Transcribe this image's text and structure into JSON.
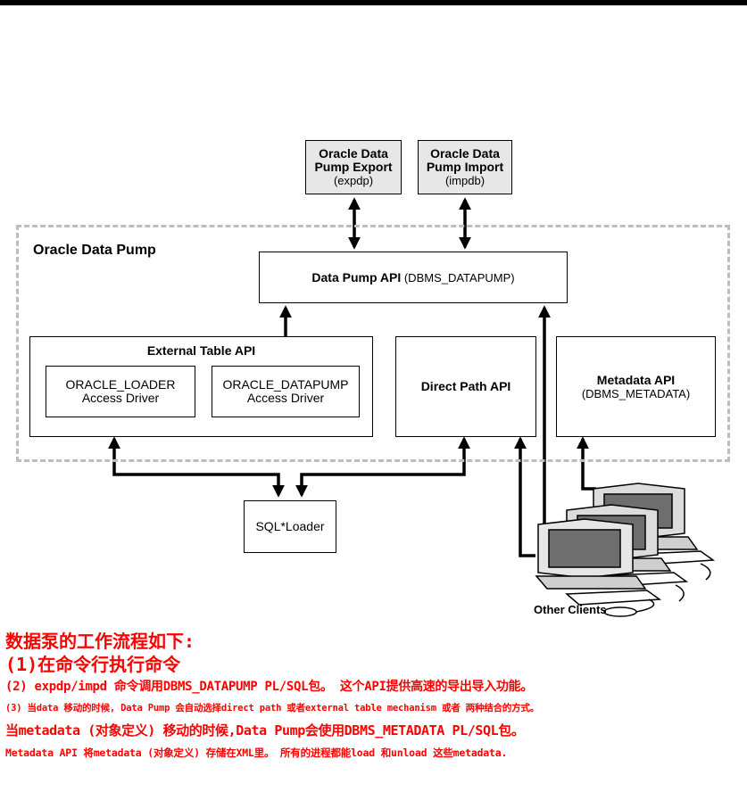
{
  "diagram": {
    "export_box": {
      "title_1": "Oracle Data",
      "title_2": "Pump Export",
      "subtitle": "(expdp)"
    },
    "import_box": {
      "title_1": "Oracle Data",
      "title_2": "Pump Import",
      "subtitle": "(impdb)"
    },
    "group_label": "Oracle Data Pump",
    "api_box": {
      "title": "Data Pump API",
      "subtitle": " (DBMS_DATAPUMP)"
    },
    "external_table": {
      "title": "External Table API",
      "loader_driver": {
        "line1": "ORACLE_LOADER",
        "line2": "Access Driver"
      },
      "datapump_driver": {
        "line1": "ORACLE_DATAPUMP",
        "line2": "Access Driver"
      }
    },
    "direct_path": {
      "title": "Direct Path API"
    },
    "metadata_api": {
      "title": "Metadata API",
      "subtitle": "(DBMS_METADATA)"
    },
    "sql_loader": {
      "label": "SQL*Loader"
    },
    "clients": {
      "label": "Other Clients"
    },
    "colors": {
      "box_fill": "#e7e7e7",
      "note_text": "#ff0000"
    }
  },
  "notes": [
    "数据泵的工作流程如下:",
    "(1)在命令行执行命令",
    "(2) expdp/impd 命令调用DBMS_DATAPUMP PL/SQL包。 这个API提供高速的导出导入功能。",
    "(3) 当data 移动的时候, Data Pump 会自动选择direct path 或者external table mechanism 或者 两种结合的方式。",
    "当metadata (对象定义) 移动的时候,Data Pump会使用DBMS_METADATA PL/SQL包。",
    "Metadata API 将metadata (对象定义) 存储在XML里。 所有的进程都能load 和unload 这些metadata."
  ]
}
